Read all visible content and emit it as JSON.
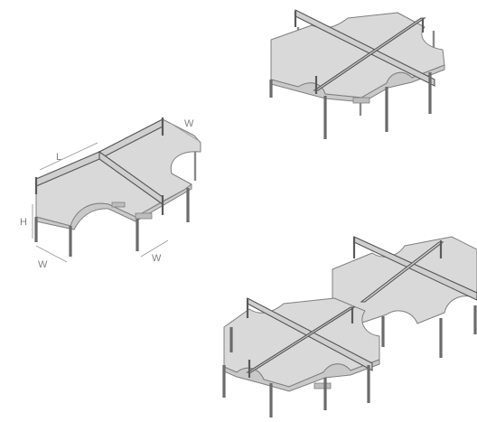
{
  "dimension_labels": {
    "length": "L",
    "width_top": "W",
    "height": "H",
    "width_left": "W",
    "width_right": "W"
  },
  "colors": {
    "desktop": "#d9d9d9",
    "outline": "#7f7f7f",
    "screen_frame": "#5a5a5a",
    "dimension_text": "#808080"
  }
}
